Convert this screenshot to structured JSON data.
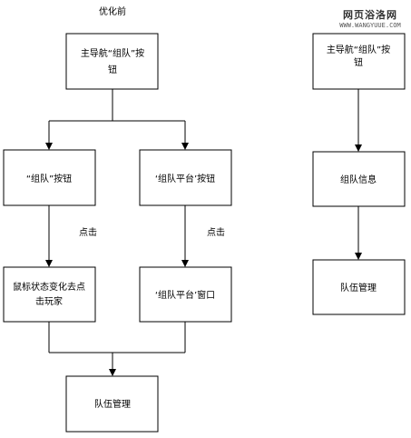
{
  "diagram": {
    "title": "优化前",
    "watermark": {
      "logo_text": "网页浴洛网",
      "site_text": "WWW.WANGYUUE.COM"
    },
    "left_flow": {
      "nav_button": [
        "主导航“组队”按",
        "钮"
      ],
      "team_button": "“组队”按钮",
      "team_platform_button": "‘组队平台’按钮",
      "click_left": "点击",
      "click_right": "点击",
      "mouse_change": [
        "鼠标状态变化去点",
        "击玩家"
      ],
      "team_platform_window": "‘组队平台’窗口",
      "team_manage": "队伍管理"
    },
    "right_flow": {
      "nav_button": [
        "主导航“组队”按",
        "钮"
      ],
      "team_info": "组队信息",
      "team_manage": "队伍管理"
    }
  }
}
